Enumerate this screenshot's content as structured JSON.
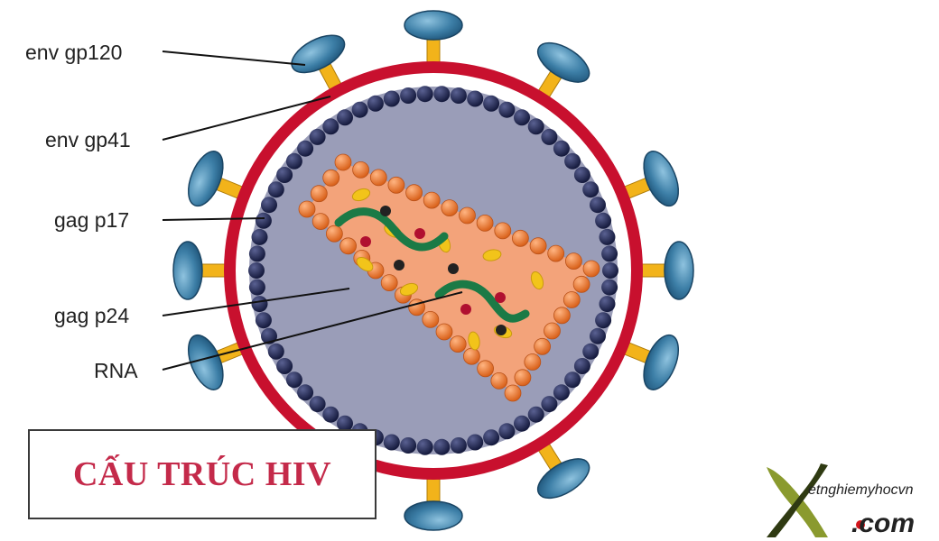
{
  "labels": {
    "env_gp120": "env gp120",
    "env_gp41": "env gp41",
    "gag_p17": "gag p17",
    "gag_p24": "gag p24",
    "rna": "RNA"
  },
  "title": "CẤU TRÚC HIV",
  "watermark": {
    "line1": "etnghiemyhocvn",
    "line2": ".com",
    "letter": "X"
  },
  "colors": {
    "envelope": "#c8102e",
    "matrix_dots": "#1e2452",
    "capsid_fill": "#f3a37a",
    "capsid_dots": "#f07a2a",
    "interior": "#9a9db8",
    "spike_cap": "#3d7fa7",
    "spike_stem": "#f2b31a",
    "rna": "#1b7a46",
    "title": "#c42a4a",
    "logo_green": "#8a9a2e"
  }
}
